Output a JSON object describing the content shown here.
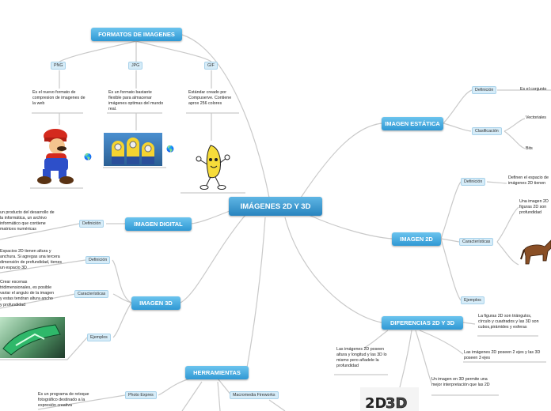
{
  "central": "IMÁGENES 2D Y 3D",
  "formatos": {
    "title": "FORMATOS DE IMAGENES",
    "png": {
      "label": "PNG",
      "desc": "Es el nuevo formato de compresion de imagenes de la web"
    },
    "jpg": {
      "label": "JPG",
      "desc": "Es un formato bastante flexible para almacenar imágenes optimas del mundo real."
    },
    "gif": {
      "label": "GIF",
      "desc": "Estándar creado por Compuserve. Contiene aprox 256 colores"
    }
  },
  "imagen_digital": {
    "title": "IMAGEN DIGITAL",
    "definicion_label": "Definición",
    "definicion_text": "un producto del desarrollo de la informática, un archivo informático que contiene matrices numéricas"
  },
  "imagen_3d": {
    "title": "IMAGEN 3D",
    "definicion_label": "Definición",
    "definicion_text": "Espacios 2D tienen altura y anchura. Si agregas una tercera dimensión de profundidad, tienes un espacio 3D",
    "caracteristicas_label": "Características",
    "caracteristicas_text": "Crear escenas tridimensionales, es posible variar el angulo de la imagen y estas tendran altura ancho y profundidad",
    "ejemplos_label": "Ejemplos"
  },
  "herramientas": {
    "title": "HERRAMIENTAS",
    "photo_express_label": "Photo Expres",
    "photo_express_text": "Es un programa de retoque fotográfico destinado a la expresión creativa",
    "fireworks_label": "Macromedia Fireworks"
  },
  "imagen_estatica": {
    "title": "IMAGEN ESTÁTICA",
    "definicion_label": "Definición",
    "definicion_text": "Es el conjunto",
    "clasificacion_label": "Clasificación",
    "vectoriales": "Vectoriales",
    "bits": "Bits"
  },
  "imagen_2d": {
    "title": "IMAGEN 2D",
    "definicion_label": "Definición",
    "definicion_text": "Definen el espacio de imágenes 2D tienen",
    "caracteristicas_label": "Características",
    "caracteristicas_text": "Una imagen 2D figuras 2D son profundidad",
    "ejemplos_label": "Ejemplos"
  },
  "diferencias": {
    "title": "DIFERENCIAS 2D Y 3D",
    "text1": "La figuras 2D son triángulos, círculo y cuadrados y las 3D son cubos,pirámides y esferas",
    "text2": "Las imágenes 2D poseen 2 ejes y las 3D poseen 3 ejes",
    "text3": "Las imágenes 2D poseen altura y longitud y las 3D lo mismo pero añadele la profundidad",
    "text4": "Un imagen en 3D permite una mejor interpretación que las 2D"
  },
  "icons": {
    "link": "globe-icon"
  }
}
